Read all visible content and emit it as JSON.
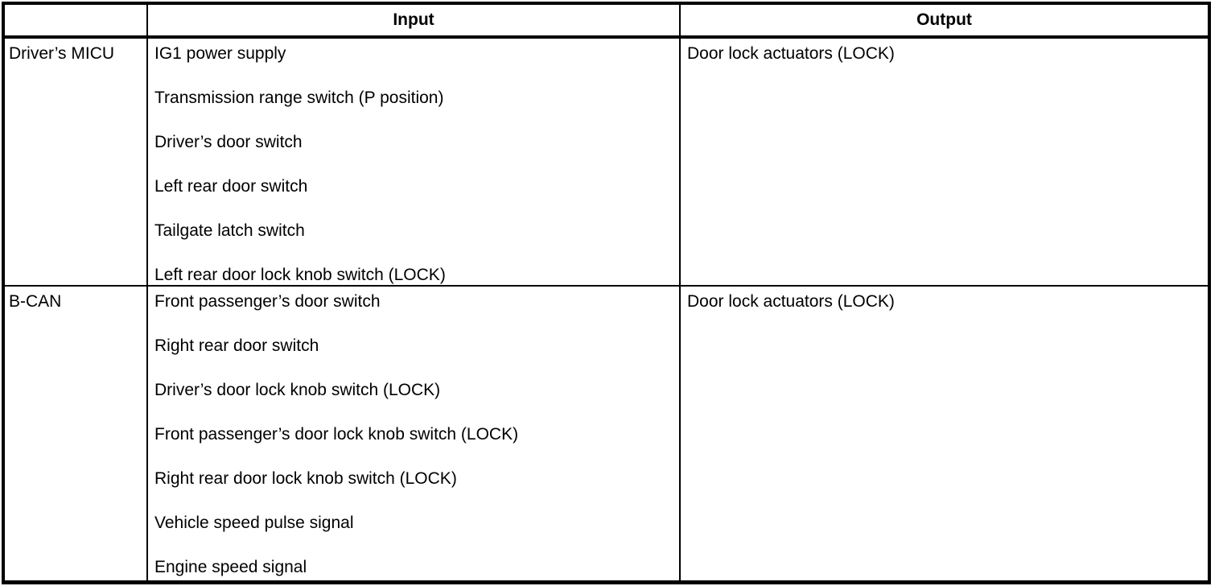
{
  "table": {
    "headers": {
      "corner": "",
      "input": "Input",
      "output": "Output"
    },
    "rows": [
      {
        "system": "Driver’s MICU",
        "inputs": [
          "IG1 power supply",
          "Transmission range switch (P position)",
          "Driver’s door switch",
          "Left rear door switch",
          "Tailgate latch switch",
          "Left rear door lock knob switch (LOCK)"
        ],
        "output": "Door lock actuators (LOCK)"
      },
      {
        "system": "B-CAN",
        "inputs": [
          "Front passenger’s door switch",
          "Right rear door switch",
          "Driver’s door lock knob switch (LOCK)",
          "Front passenger’s door lock knob switch (LOCK)",
          "Right rear door lock knob switch (LOCK)",
          "Vehicle speed pulse signal",
          "Engine speed signal"
        ],
        "output": "Door lock actuators (LOCK)"
      }
    ]
  },
  "colors": {
    "border": "#000000",
    "text": "#000000",
    "background": "#ffffff"
  }
}
